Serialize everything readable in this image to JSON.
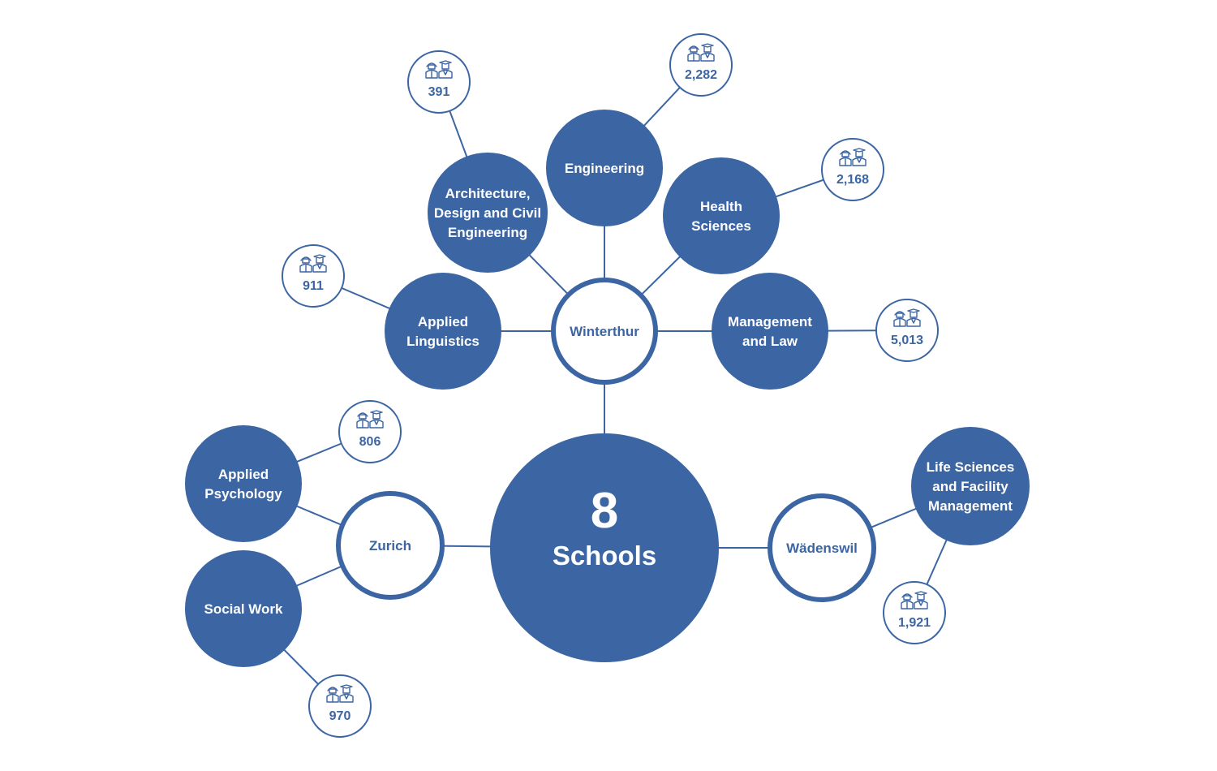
{
  "colors": {
    "primary": "#3b65a3",
    "background": "#ffffff"
  },
  "hub": {
    "number": "8",
    "label": "Schools"
  },
  "campuses": {
    "winterthur": "Winterthur",
    "zurich": "Zurich",
    "wadenswil": "Wädenswil"
  },
  "schools": {
    "engineering": {
      "lines": [
        "Engineering"
      ],
      "students": "2,282"
    },
    "architecture": {
      "lines": [
        "Architecture,",
        "Design and Civil",
        "Engineering"
      ],
      "students": "391"
    },
    "health": {
      "lines": [
        "Health",
        "Sciences"
      ],
      "students": "2,168"
    },
    "linguistics": {
      "lines": [
        "Applied",
        "Linguistics"
      ],
      "students": "911"
    },
    "management": {
      "lines": [
        "Management",
        "and Law"
      ],
      "students": "5,013"
    },
    "psychology": {
      "lines": [
        "Applied",
        "Psychology"
      ],
      "students": "806"
    },
    "social": {
      "lines": [
        "Social Work"
      ],
      "students": "970"
    },
    "lifesciences": {
      "lines": [
        "Life Sciences",
        "and Facility",
        "Management"
      ],
      "students": "1,921"
    }
  },
  "icon": "students-icon"
}
